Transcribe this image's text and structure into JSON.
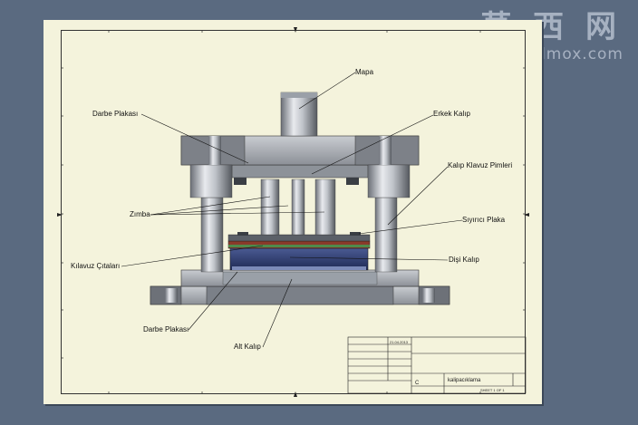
{
  "watermark": {
    "chinese": "莫 西 网",
    "url": "www.3dmox.com"
  },
  "labels": {
    "mapa": "Mapa",
    "darbe_plakasi_top": "Darbe Plakası",
    "erkek_kalip": "Erkek Kalıp",
    "kalip_klavuz_pimleri": "Kalıp Klavuz Pimleri",
    "zimba": "Zımba",
    "siyirici_plaka": "Sıyırıcı Plaka",
    "kilavuz_citalari": "Kılavuz Çıtaları",
    "disi_kalip": "Dişi Kalıp",
    "darbe_plakasi_bottom": "Darbe Plakası",
    "alt_kalip": "Alt Kalıp"
  },
  "title_block": {
    "date": "21.04.2013",
    "size": "C",
    "title": "kalipacıklama",
    "sheet": "SHEET 1 OF 1"
  },
  "colors": {
    "background": "#5a6a80",
    "sheet": "#f4f3dc",
    "metal_dark": "#5b6068",
    "metal_light": "#d6d8dc",
    "die_blue": "#2f3f74",
    "plate_red": "#8a3a2a",
    "plate_green": "#4f8a4c"
  }
}
